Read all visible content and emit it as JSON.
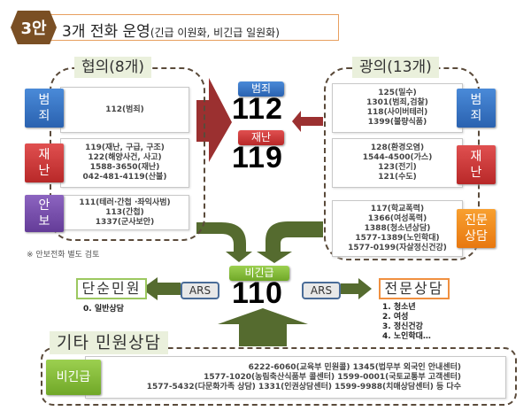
{
  "title": {
    "badge": "3안",
    "main": "3개 전화 운영",
    "sub": "(긴급 이원화, 비긴급 일원화)"
  },
  "colors": {
    "red_arrow": "#9b3030",
    "green_arrow": "#556b2f",
    "blue_tag": "#2a62b0",
    "red_tag": "#b82828",
    "purple_tag": "#643c98",
    "orange_tag": "#e87810",
    "green_tag": "#70a828",
    "title_hex": "#7a4f24",
    "label_bg": "#eaf0dc"
  },
  "left_group": {
    "label": "협의(8개)",
    "rows": [
      {
        "tag": [
          "범",
          "죄"
        ],
        "items": [
          "112(범죄)"
        ]
      },
      {
        "tag": [
          "재",
          "난"
        ],
        "items": [
          "119(재난, 구급, 구조)",
          "122(해양사건, 사고)",
          "1588-3650(재난)",
          "042-481-4119(산불)"
        ]
      },
      {
        "tag": [
          "안",
          "보"
        ],
        "items": [
          "111(테러·간첩 ·좌익사범)",
          "113(간첩)",
          "1337(군사보안)"
        ]
      }
    ],
    "note": "※ 안보전화 별도 검토"
  },
  "right_group": {
    "label": "광의(13개)",
    "rows": [
      {
        "tag": [
          "범",
          "죄"
        ],
        "items": [
          "125(밀수)",
          "1301(범죄,검찰)",
          "118(사이버테러)",
          "1399(불량식품)"
        ]
      },
      {
        "tag": [
          "재",
          "난"
        ],
        "items": [
          "128(환경오염)",
          "1544-4500(가스)",
          "123(전기)",
          "121(수도)"
        ]
      },
      {
        "tag": [
          "진문",
          "상담"
        ],
        "items": [
          "117(학교폭력)",
          "1366(여성폭력)",
          "1388(청소년상담)",
          "1577-1389(노인학대)",
          "1577-0199(자살정신건강)"
        ]
      }
    ]
  },
  "center": {
    "crime": {
      "label": "범죄",
      "number": "112"
    },
    "disaster": {
      "label": "재난",
      "number": "119"
    },
    "non_emergency": {
      "label": "비긴급",
      "number": "110"
    }
  },
  "simple": {
    "label": "단순민원",
    "ars": "ARS",
    "items": [
      "0. 일반상담"
    ]
  },
  "specialist": {
    "label": "전문상담",
    "ars": "ARS",
    "items": [
      "1. 청소년",
      "2. 여성",
      "3. 정신건강",
      "4. 노인학대…"
    ]
  },
  "other": {
    "label": "기타 민원상담",
    "tag": "비긴급",
    "lines": [
      "6222-6060(교육부 민원콜)  1345(법무부  외국인 안내센터)",
      "1577-1020(농림축산식품부 콜센터)   1599-0001(국토교통부 고객센터)",
      "1577-5432(다문화가족 상담)  1331(인권상담센터)   1599-9988(치매상담센터) 등 다수"
    ]
  }
}
